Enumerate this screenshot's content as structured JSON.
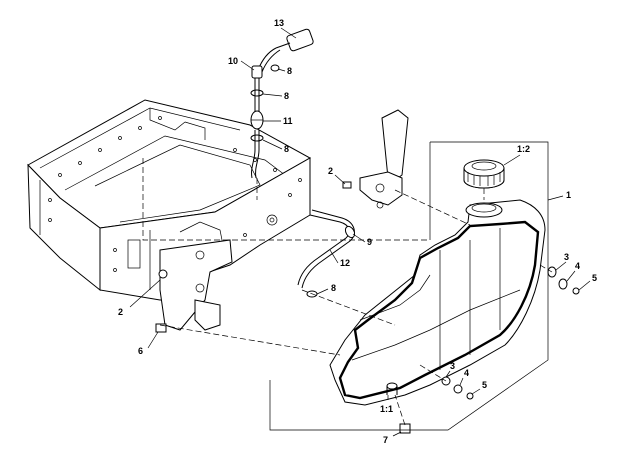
{
  "callouts": {
    "c13": "13",
    "c8a": "8",
    "c10": "10",
    "c8b": "8",
    "c11": "11",
    "c8c": "8",
    "c2a": "2",
    "c12": "1:2",
    "c1": "1",
    "c9": "9",
    "c12b": "12",
    "c2b": "2",
    "c8d": "8",
    "c3a": "3",
    "c4a": "4",
    "c5a": "5",
    "c6": "6",
    "c3b": "3",
    "c4b": "4",
    "c5b": "5",
    "c11b": "1:1",
    "c7": "7"
  }
}
